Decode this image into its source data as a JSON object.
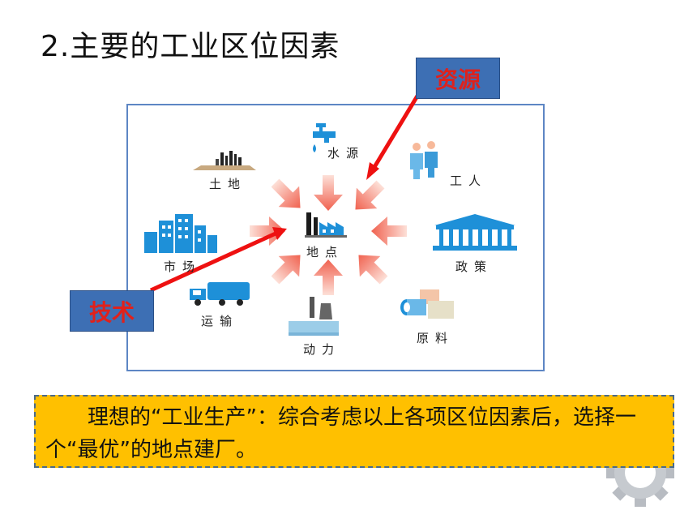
{
  "slide": {
    "title": "2.主要的工业区位因素",
    "callouts": {
      "resource": "资源",
      "technology": "技术"
    },
    "factors": {
      "water": "水源",
      "land": "土地",
      "labor": "工人",
      "market": "市场",
      "policy": "政策",
      "transport": "运输",
      "power": "动力",
      "raw_material": "原料",
      "site": "地点"
    },
    "note": "理想的“工业生产”：综合考虑以上各项区位因素后，选择一个“最优”的地点建厂。"
  },
  "colors": {
    "frame": "#5d86c4",
    "callout_bg": "#3d6fb4",
    "callout_text": "#e0211b",
    "pointer_arrow": "#ee1111",
    "factor_arrow": "#f26d5b",
    "note_bg": "#ffc000",
    "icon_blue": "#1e90d8"
  },
  "icons": [
    "water-tap-icon",
    "land-factory-icon",
    "workers-icon",
    "city-buildings-icon",
    "government-building-icon",
    "truck-icon",
    "power-plant-icon",
    "raw-material-icon",
    "factory-icon",
    "gear-icon"
  ]
}
